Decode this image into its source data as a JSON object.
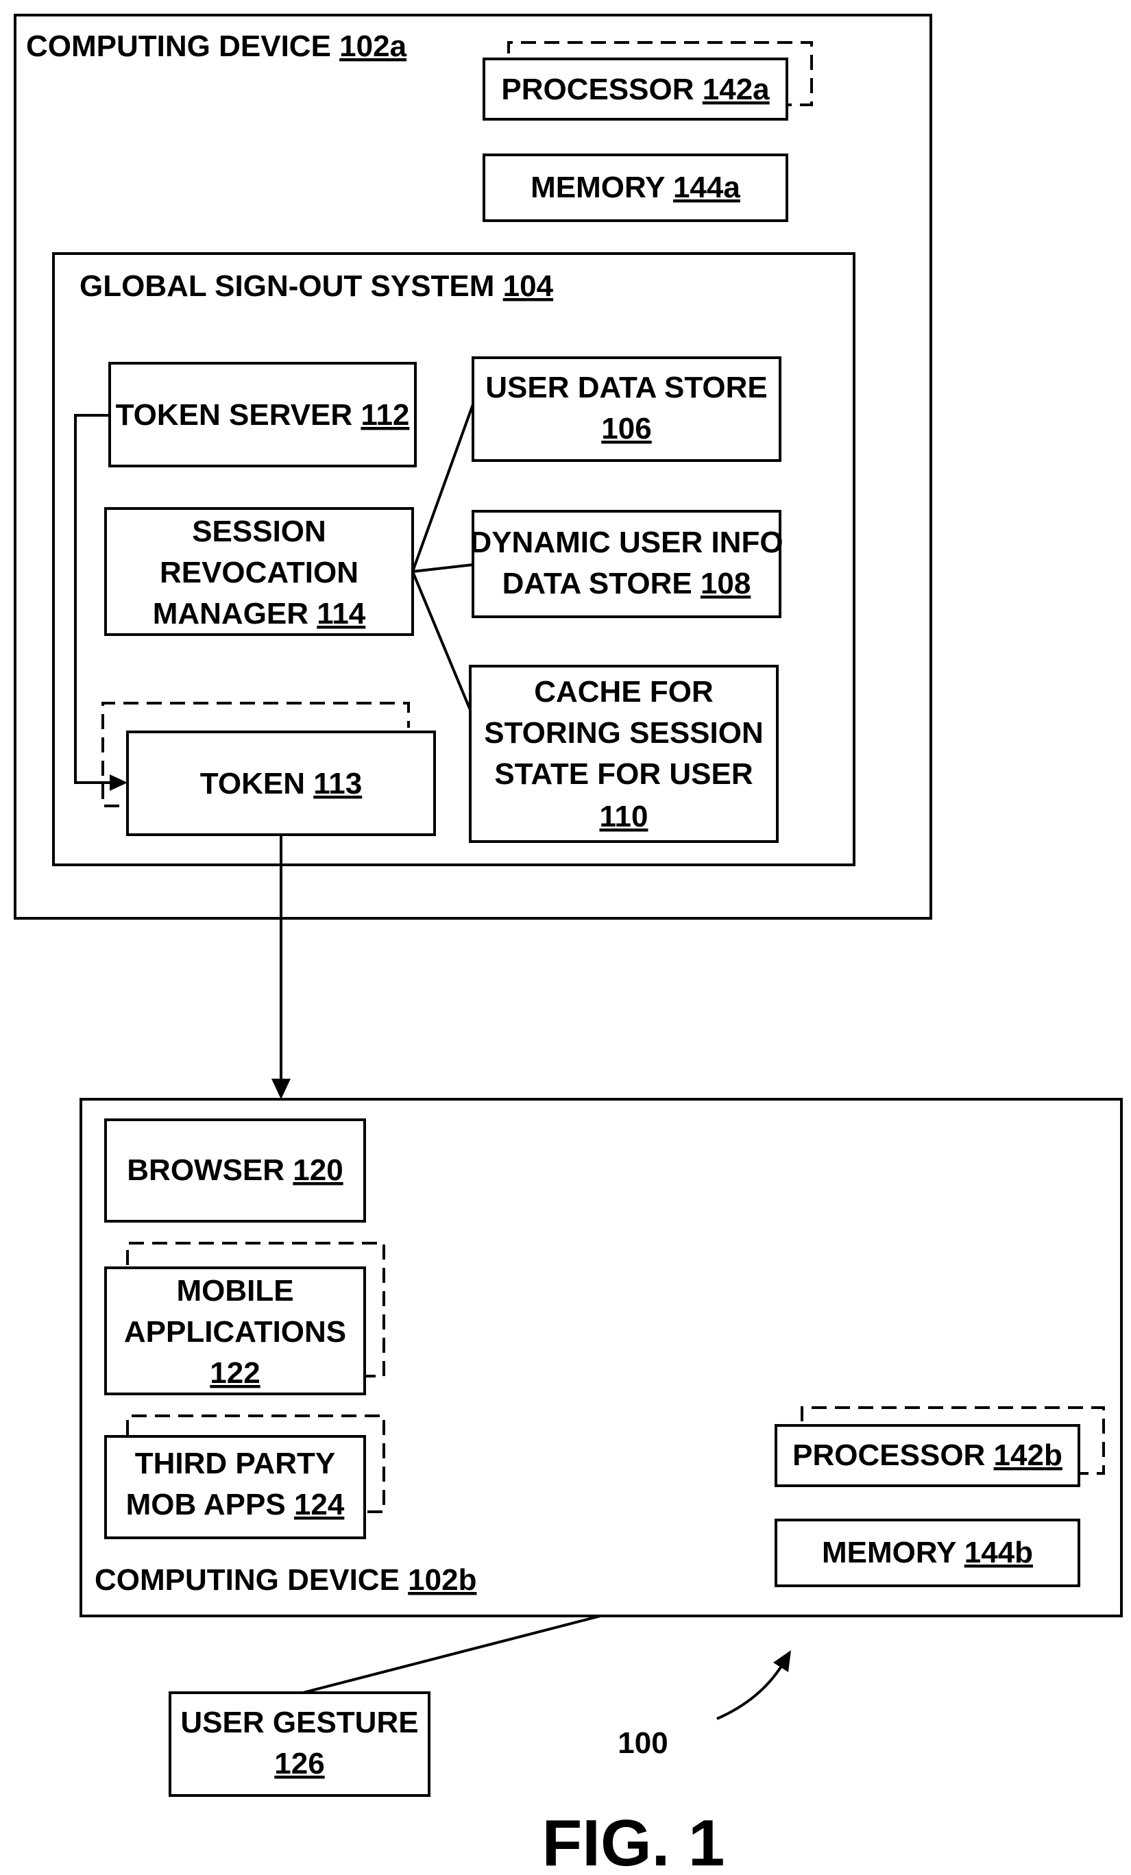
{
  "device_a": {
    "label": "COMPUTING DEVICE ",
    "ref": "102a",
    "processor": {
      "label": "PROCESSOR ",
      "ref": "142a"
    },
    "memory": {
      "label": "MEMORY ",
      "ref": "144a"
    },
    "system": {
      "label": "GLOBAL SIGN-OUT SYSTEM ",
      "ref": "104",
      "token_server": {
        "label": "TOKEN SERVER ",
        "ref": "112"
      },
      "session_manager": {
        "line1": "SESSION",
        "line2": "REVOCATION",
        "line3": "MANAGER ",
        "ref": "114"
      },
      "token": {
        "label": "TOKEN ",
        "ref": "113"
      },
      "user_data_store": {
        "line1": "USER DATA STORE",
        "ref": "106"
      },
      "dynamic_store": {
        "line1": "DYNAMIC USER INFO",
        "line2": "DATA STORE ",
        "ref": "108"
      },
      "cache": {
        "line1": "CACHE FOR",
        "line2": "STORING SESSION",
        "line3": "STATE FOR USER",
        "ref": "110"
      }
    }
  },
  "device_b": {
    "label": "COMPUTING DEVICE ",
    "ref": "102b",
    "browser": {
      "label": "BROWSER ",
      "ref": "120"
    },
    "mobile_apps": {
      "line1": "MOBILE",
      "line2": "APPLICATIONS",
      "ref": "122"
    },
    "third_party": {
      "line1": "THIRD PARTY",
      "line2": "MOB APPS ",
      "ref": "124"
    },
    "processor": {
      "label": "PROCESSOR ",
      "ref": "142b"
    },
    "memory": {
      "label": "MEMORY ",
      "ref": "144b"
    }
  },
  "user_gesture": {
    "line1": "USER GESTURE",
    "ref": "126"
  },
  "system_ref": "100",
  "figure_label": "FIG. 1"
}
